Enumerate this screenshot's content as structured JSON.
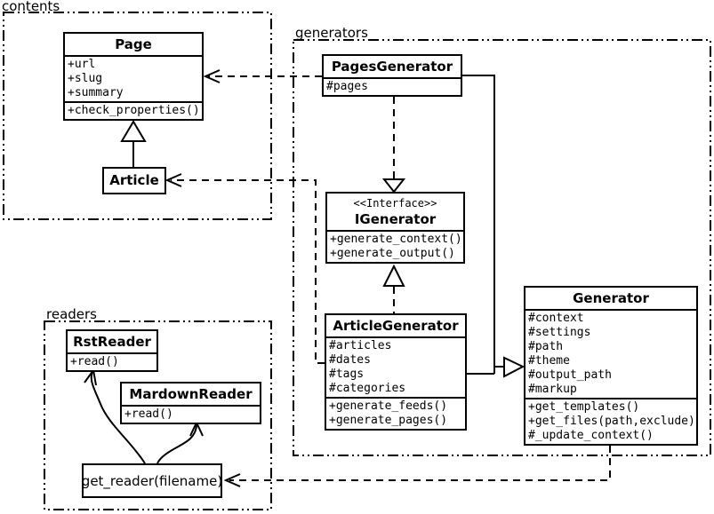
{
  "packages": {
    "contents": {
      "label": "contents"
    },
    "generators": {
      "label": "generators"
    },
    "readers": {
      "label": "readers"
    }
  },
  "classes": {
    "page": {
      "name": "Page",
      "attributes": [
        "+url",
        "+slug",
        "+summary"
      ],
      "methods": [
        "+check_properties()"
      ]
    },
    "article": {
      "name": "Article"
    },
    "pages_generator": {
      "name": "PagesGenerator",
      "attributes": [
        "#pages"
      ]
    },
    "igenerator": {
      "stereotype": "<<Interface>>",
      "name": "IGenerator",
      "methods": [
        "+generate_context()",
        "+generate_output()"
      ]
    },
    "article_generator": {
      "name": "ArticleGenerator",
      "attributes": [
        "#articles",
        "#dates",
        "#tags",
        "#categories"
      ],
      "methods": [
        "+generate_feeds()",
        "+generate_pages()"
      ]
    },
    "generator": {
      "name": "Generator",
      "attributes": [
        "#context",
        "#settings",
        "#path",
        "#theme",
        "#output_path",
        "#markup"
      ],
      "methods": [
        "+get_templates()",
        "+get_files(path,exclude)",
        "#_update_context()"
      ]
    },
    "rst_reader": {
      "name": "RstReader",
      "methods": [
        "+read()"
      ]
    },
    "mardown_reader": {
      "name": "MardownReader",
      "methods": [
        "+read()"
      ]
    },
    "get_reader": {
      "label": "get_reader(filename)"
    }
  },
  "relationships": [
    {
      "type": "inheritance",
      "from": "Article",
      "to": "Page"
    },
    {
      "type": "dependency",
      "from": "PagesGenerator",
      "to": "Page"
    },
    {
      "type": "dependency",
      "from": "ArticleGenerator",
      "to": "Article"
    },
    {
      "type": "realization",
      "from": "PagesGenerator",
      "to": "IGenerator"
    },
    {
      "type": "realization",
      "from": "ArticleGenerator",
      "to": "IGenerator"
    },
    {
      "type": "inheritance",
      "from": "PagesGenerator",
      "to": "Generator"
    },
    {
      "type": "inheritance",
      "from": "ArticleGenerator",
      "to": "Generator"
    },
    {
      "type": "dependency",
      "from": "Generator",
      "to": "get_reader(filename)"
    },
    {
      "type": "call",
      "from": "get_reader(filename)",
      "to": "RstReader"
    },
    {
      "type": "call",
      "from": "get_reader(filename)",
      "to": "MardownReader"
    }
  ],
  "colors": {
    "line": "#000000",
    "background": "#ffffff"
  }
}
